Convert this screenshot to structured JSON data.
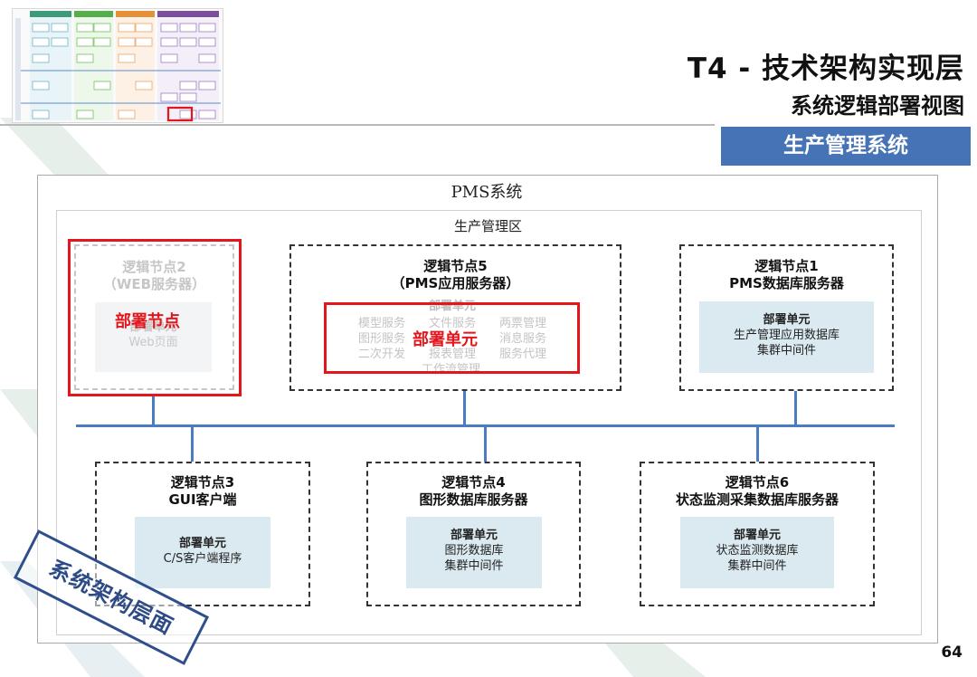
{
  "header": {
    "title": "T4 - 技术架构实现层",
    "subtitle": "系统逻辑部署视图",
    "system_badge": "生产管理系统"
  },
  "colors": {
    "badge_blue": "#4573b5",
    "network_blue": "#4a7cc1",
    "highlight_red": "#e3161c",
    "unit_fill": "#daeaf0",
    "stamp_navy": "#2b4a86"
  },
  "diagram": {
    "system_label": "PMS系统",
    "zone_label": "生产管理区",
    "nodes": {
      "node2": {
        "name_line1": "逻辑节点2",
        "name_line2": "（WEB服务器）",
        "unit_title": "部署单元",
        "unit_line1": "Web页面"
      },
      "node5": {
        "name_line1": "逻辑节点5",
        "name_line2": "（PMS应用服务器）",
        "unit_title": "部署单元",
        "services": [
          "模型服务",
          "文件服务",
          "两票管理",
          "图形服务",
          "报表管理",
          "消息服务",
          "二次开发",
          "服务代理",
          "工作流管理"
        ]
      },
      "node1": {
        "name_line1": "逻辑节点1",
        "name_line2": "PMS数据库服务器",
        "unit_title": "部署单元",
        "unit_line1": "生产管理应用数据库",
        "unit_line2": "集群中间件"
      },
      "node3": {
        "name_line1": "逻辑节点3",
        "name_line2": "GUI客户端",
        "unit_title": "部署单元",
        "unit_line1": "C/S客户端程序"
      },
      "node4": {
        "name_line1": "逻辑节点4",
        "name_line2": "图形数据库服务器",
        "unit_title": "部署单元",
        "unit_line1": "图形数据库",
        "unit_line2": "集群中间件"
      },
      "node6": {
        "name_line1": "逻辑节点6",
        "name_line2": "状态监测采集数据库服务器",
        "unit_title": "部署单元",
        "unit_line1": "状态监测数据库",
        "unit_line2": "集群中间件"
      }
    },
    "callouts": {
      "deploy_node": "部署节点",
      "deploy_unit": "部署单元"
    }
  },
  "stamp_text": "系统架构层面",
  "page_number": "64"
}
